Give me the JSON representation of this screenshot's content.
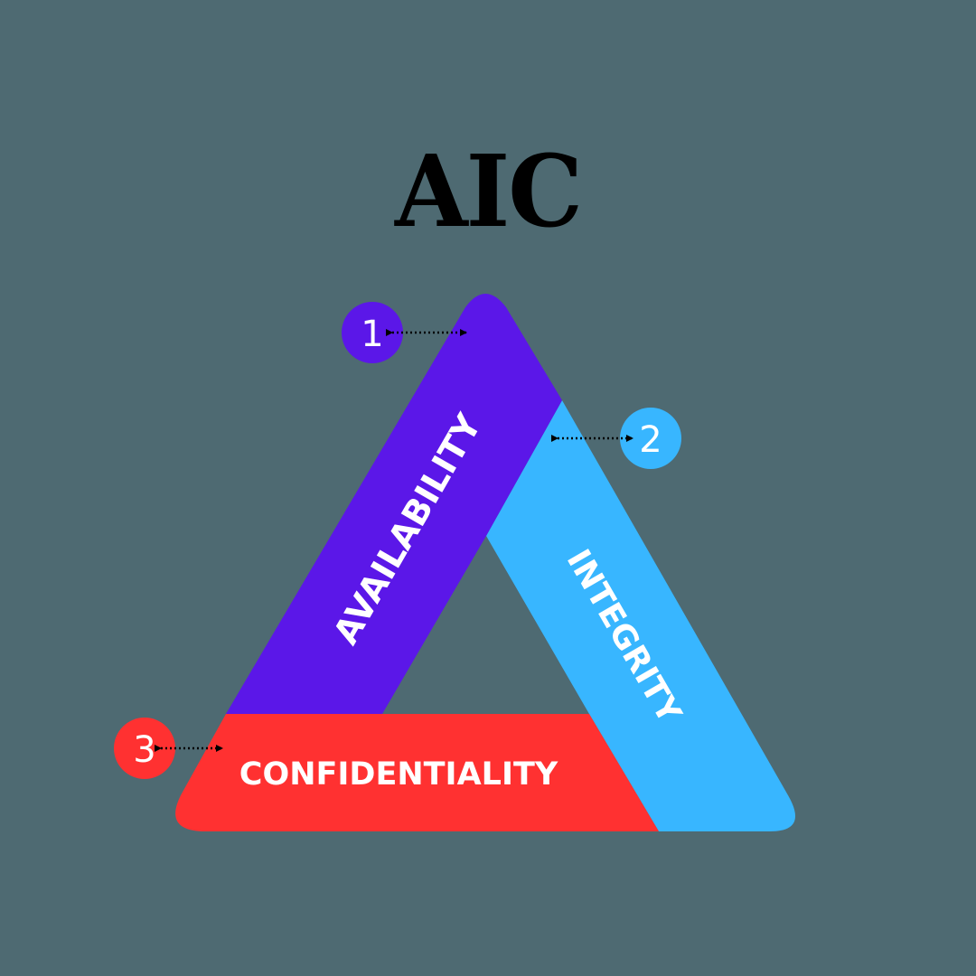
{
  "title": "AIC",
  "colors": {
    "background": "#4e6a72",
    "availability": "#5b17e8",
    "integrity": "#38b6ff",
    "confidentiality": "#ff3131",
    "title": "#000000",
    "label": "#ffffff",
    "connector": "#000000"
  },
  "segments": [
    {
      "id": "availability",
      "label": "AVAILABILITY",
      "number": "1",
      "color": "#5b17e8"
    },
    {
      "id": "integrity",
      "label": "INTEGRITY",
      "number": "2",
      "color": "#38b6ff"
    },
    {
      "id": "confidentiality",
      "label": "CONFIDENTIALITY",
      "number": "3",
      "color": "#ff3131"
    }
  ],
  "markers": [
    {
      "number": "1",
      "color": "#5b17e8"
    },
    {
      "number": "2",
      "color": "#38b6ff"
    },
    {
      "number": "3",
      "color": "#ff3131"
    }
  ]
}
